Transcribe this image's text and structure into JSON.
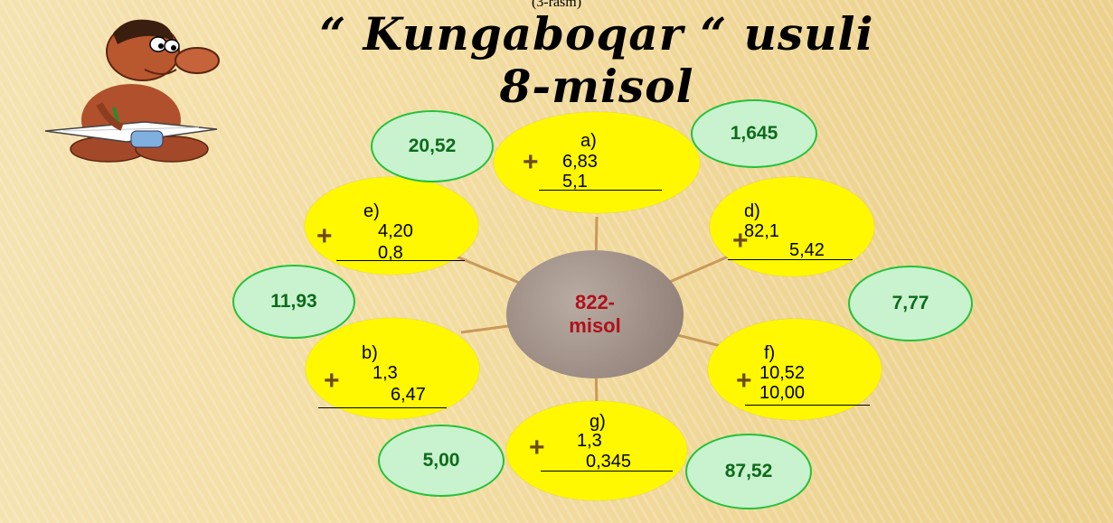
{
  "caption": "(3-rasm)",
  "title_line1": "“ Kungaboqar “ usuli",
  "title_line2": "8-misol",
  "center": {
    "line1": "822-",
    "line2": "misol"
  },
  "petals": {
    "a": {
      "label": "a)",
      "n1": "6,83",
      "n2": "5,1",
      "op": "+"
    },
    "d": {
      "label": "d)",
      "n1": "82,1",
      "n2": "5,42",
      "op": "+"
    },
    "e": {
      "label": "e)",
      "n1": "4,20",
      "n2": "0,8",
      "op": "+"
    },
    "b": {
      "label": "b)",
      "n1": "1,3",
      "n2": "6,47",
      "op": "+"
    },
    "f": {
      "label": "f)",
      "n1": "10,52",
      "n2": "10,00",
      "op": "+"
    },
    "g": {
      "label": "g)",
      "n1": "1,3",
      "n2": "0,345",
      "op": "+"
    }
  },
  "answers": [
    "20,52",
    "1,645",
    "11,93",
    "7,77",
    "5,00",
    "87,52"
  ],
  "colors": {
    "petal": "#fff800",
    "answer_fill": "#c9f2cf",
    "answer_border": "#25c13a",
    "answer_text": "#0d6b1a",
    "center_text": "#b0101a"
  }
}
